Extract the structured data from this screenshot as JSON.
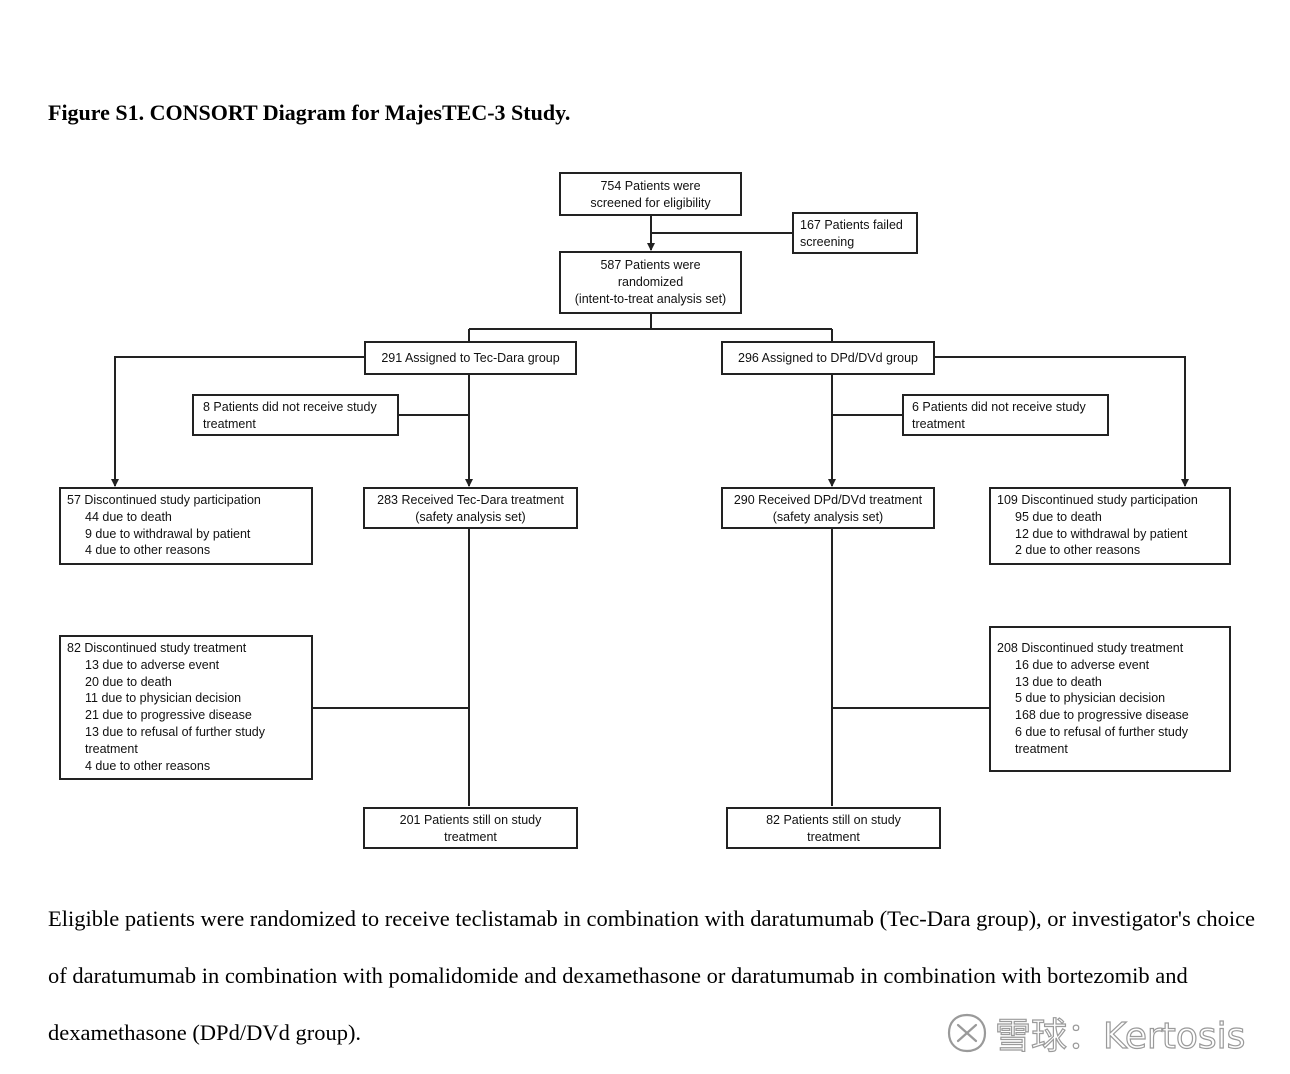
{
  "title": "Figure S1. CONSORT Diagram for MajesTEC-3 Study.",
  "boxes": {
    "screened": [
      "754 Patients were",
      "screened for eligibility"
    ],
    "failed": [
      "167 Patients failed",
      "screening"
    ],
    "randomized": [
      "587 Patients were",
      "randomized",
      "(intent-to-treat analysis set)"
    ],
    "tec_assigned": [
      "291 Assigned to Tec-Dara group"
    ],
    "dpd_assigned": [
      "296 Assigned to DPd/DVd group"
    ],
    "tec_not_received": [
      "8 Patients did not receive study",
      "treatment"
    ],
    "dpd_not_received": [
      "6 Patients did not receive study",
      "treatment"
    ],
    "tec_received": [
      "283 Received Tec-Dara treatment",
      "(safety analysis set)"
    ],
    "dpd_received": [
      "290 Received DPd/DVd treatment",
      "(safety analysis set)"
    ],
    "tec_disc_participation": {
      "head": "57 Discontinued study participation",
      "items": [
        "44 due to death",
        "9 due to withdrawal by patient",
        "4 due to other reasons"
      ]
    },
    "dpd_disc_participation": {
      "head": "109 Discontinued study participation",
      "items": [
        "95 due to death",
        "12 due to withdrawal by patient",
        "2 due to other reasons"
      ]
    },
    "tec_disc_treatment": {
      "head": "82 Discontinued study treatment",
      "items": [
        "13 due to adverse event",
        "20 due to death",
        "11 due to physician decision",
        "21 due to progressive disease",
        "13 due to refusal of further study",
        "treatment",
        "4 due to other reasons"
      ]
    },
    "dpd_disc_treatment": {
      "head": "208 Discontinued study treatment",
      "items": [
        "16 due to adverse event",
        "13 due to death",
        "5 due to physician decision",
        "168 due to progressive disease",
        "6 due to refusal of further study",
        "treatment"
      ]
    },
    "tec_still_on": [
      "201 Patients still on study",
      "treatment"
    ],
    "dpd_still_on": [
      "82 Patients still on study",
      "treatment"
    ]
  },
  "caption": [
    "Eligible patients were randomized to receive teclistamab in combination with daratumumab (Tec-Dara group), or investigator's choice",
    "of daratumumab in combination with pomalidomide and dexamethasone or daratumumab in combination with bortezomib and",
    "dexamethasone (DPd/DVd group)."
  ],
  "watermark": {
    "text": "雪球：Kertosis",
    "icon": "xueqiu-logo-icon"
  }
}
